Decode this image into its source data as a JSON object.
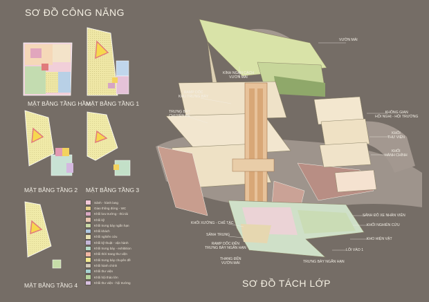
{
  "titles": {
    "functional_diagram": "SƠ ĐỒ CÔNG NĂNG",
    "layer_diagram": "SƠ ĐỒ TÁCH LỚP"
  },
  "plans": [
    {
      "label": "MẶT BẰNG TẦNG HẦM"
    },
    {
      "label": "MẶT BẰNG TẦNG 1"
    },
    {
      "label": "MẶT BẰNG TẦNG 2"
    },
    {
      "label": "MẶT BẰNG TẦNG 3"
    },
    {
      "label": "MẶT BẰNG TẦNG 4"
    }
  ],
  "legend": [
    {
      "label": "Sảnh - hành lang",
      "color": "#f2c8d8"
    },
    {
      "label": "Giao thông đứng - WC",
      "color": "#e7d28a"
    },
    {
      "label": "Khối lưu trưởng - thủ tài",
      "color": "#d8a8c4"
    },
    {
      "label": "Khối kỹ",
      "color": "#eac6b0"
    },
    {
      "label": "Khối trưng bày ngắn hạn",
      "color": "#c9d9a6"
    },
    {
      "label": "Khối khách",
      "color": "#aec8e2"
    },
    {
      "label": "Khối nghiên cứu",
      "color": "#e8e2b4"
    },
    {
      "label": "Khối kỹ thuật - vận hành",
      "color": "#c4b6d8"
    },
    {
      "label": "Khối trưng bày - exhibition",
      "color": "#b6dcc8"
    },
    {
      "label": "Khối thời trang thư viện",
      "color": "#f1b7a4"
    },
    {
      "label": "Khối trưng bày chuyên đề",
      "color": "#f1e98e"
    },
    {
      "label": "Khối hành chính",
      "color": "#d0c8b8"
    },
    {
      "label": "Khối thư viện",
      "color": "#a6d2d2"
    },
    {
      "label": "Khối hội thảo lớn",
      "color": "#b8d49e"
    },
    {
      "label": "Khối thư viện - hội trường",
      "color": "#d8c0e0"
    }
  ],
  "annotations": {
    "vuon_mai": "VƯỜN MÁI",
    "kinh_ngan_cach_1": "KÍNH NGĂN CÁCH",
    "kinh_ngan_cach_2": "VƯỜN MÁI",
    "ramp_doc_1": "RAMP DỐC",
    "ramp_doc_2": "KHU TRƯNG BÀY",
    "trung_bay_1": "TRƯNG BÀY",
    "trung_bay_2": "CHUYÊN ĐỀ",
    "khong_gian_1": "KHÔNG GIAN",
    "khong_gian_2": "HỘI NGHỊ - HỘI TRƯỜNG",
    "khoi_tv_1": "KHỐI",
    "khoi_tv_2": "THƯ VIỆN",
    "khoi_hc_1": "KHỐI",
    "khoi_hc_2": "HÀNH CHÍNH",
    "khoi_xuong": "KHỐI XƯỞNG - CHẾ TÁC",
    "sanh_tu": "SẢNH TRUNG",
    "ramp_doc_3": "RAMP DỐC ĐẾN",
    "ramp_doc_4": "TRƯNG BÀY NGẮN HẠN",
    "thang_1": "THANG ĐẾN",
    "thang_2": "VƯỜN MÁI",
    "trung_bay_ngan_han": "TRƯNG BÀY NGẮN HẠN",
    "loi_vao": "LỐI VÀO 1",
    "kho_hien_vat": "KHO HIỆN VẬT",
    "khoi_nghien_cuu": "KHỐI NGHIÊN CỨU",
    "sanh_nhan_vien": "SẢNH ĐỖ XE NHÂN VIÊN"
  }
}
